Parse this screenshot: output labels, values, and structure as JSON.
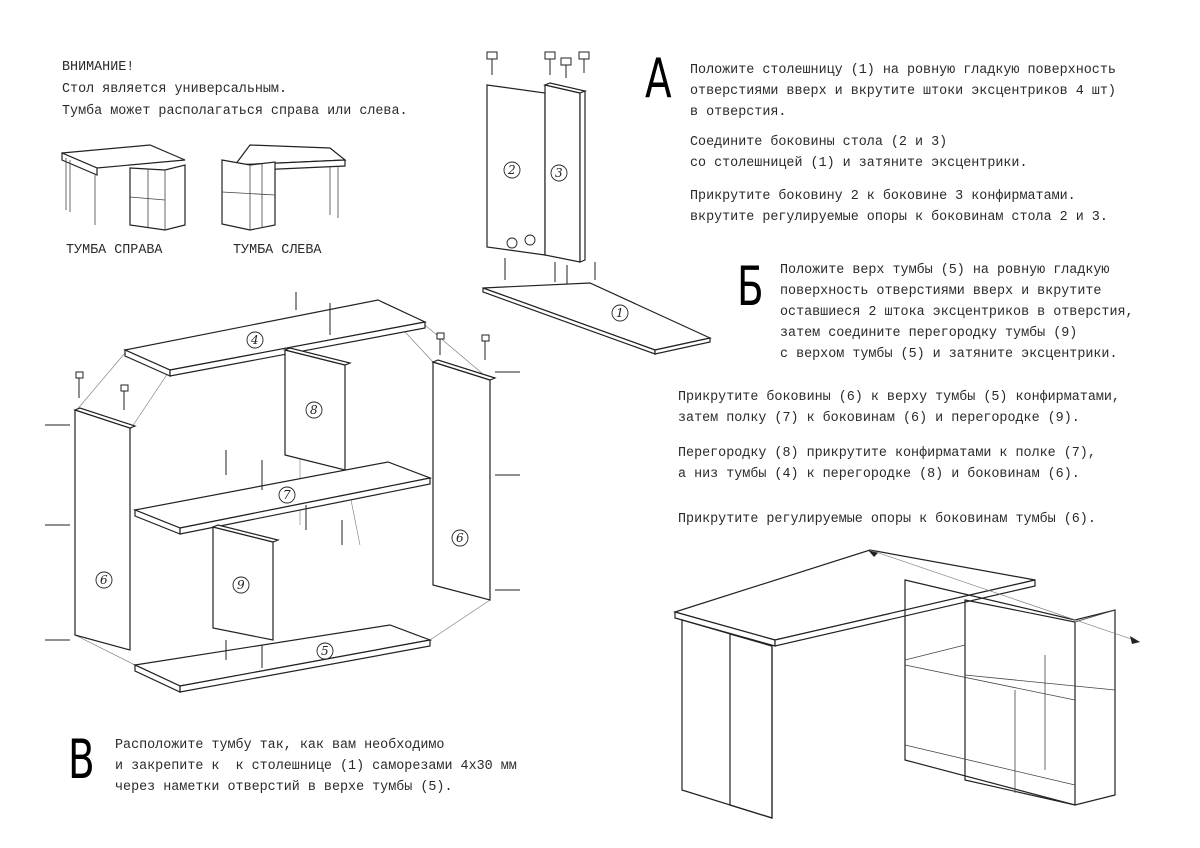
{
  "intro": {
    "title": "ВНИМАНИЕ!",
    "line1": "Стол является универсальным.",
    "line2": "Тумба может располагаться справа или слева."
  },
  "variants": {
    "right": "ТУМБА СПРАВА",
    "left": "ТУМБА СЛЕВА"
  },
  "step_a": {
    "letter": "А",
    "p1": [
      "Положите столешницу (1) на ровную гладкую поверхность",
      "отверстиями вверх и вкрутите штоки эксцентриков 4 шт)",
      "в отверстия."
    ],
    "p2": [
      "Соедините боковины стола (2 и 3)",
      "со столешницей (1) и затяните эксцентрики."
    ],
    "p3": [
      "Прикрутите боковину 2 к боковине 3 конфирматами.",
      "вкрутите регулируемые опоры к боковинам стола 2 и 3."
    ]
  },
  "step_b": {
    "letter": "Б",
    "p1": [
      "Положите верх тумбы (5) на ровную гладкую",
      "поверхность отверстиями вверх и вкрутите",
      "оставшиеся 2 штока эксцентриков в отверстия,",
      "затем соедините перегородку тумбы (9)",
      "с верхом тумбы (5) и затяните эксцентрики."
    ],
    "p2": [
      "Прикрутите боковины (6) к верху тумбы (5) конфирматами,",
      "затем полку (7) к боковинам (6) и перегородке (9)."
    ],
    "p3": [
      "Перегородку (8) прикрутите конфирматами к полке (7),",
      "а низ тумбы (4) к перегородке (8) и боковинам (6)."
    ],
    "p4": [
      "Прикрутите регулируемые опоры к боковинам тумбы (6)."
    ]
  },
  "step_v": {
    "letter": "В",
    "p1": [
      "Расположите тумбу так, как вам необходимо",
      "и закрепите к  к столешнице (1) саморезами 4х30 мм",
      "через наметки отверстий в верхе тумбы (5)."
    ]
  },
  "parts": {
    "p1": "1",
    "p2": "2",
    "p3": "3",
    "p4": "4",
    "p5": "5",
    "p6": "6",
    "p7": "7",
    "p8": "8",
    "p9": "9"
  }
}
